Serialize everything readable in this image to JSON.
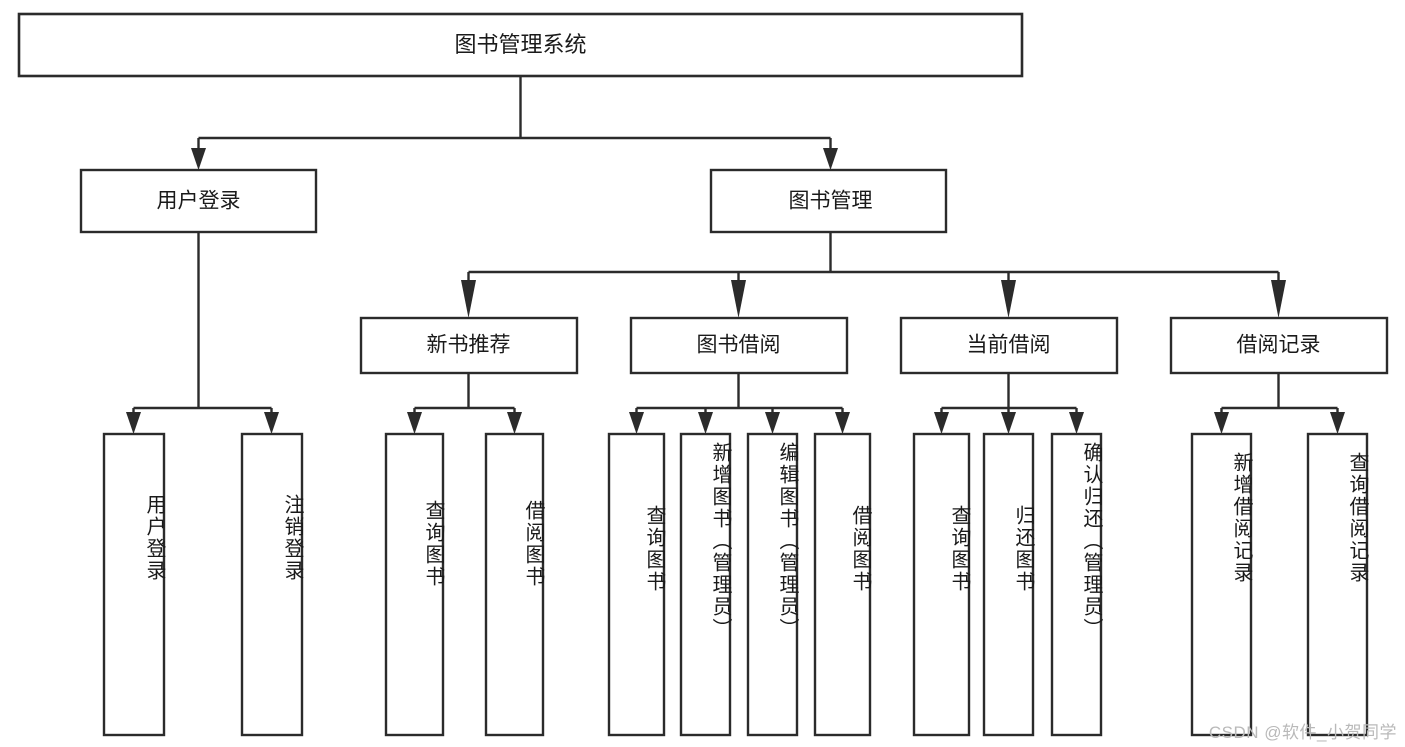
{
  "diagram": {
    "title": "图书管理系统",
    "watermark": "CSDN @软件_小贺同学",
    "type": "tree-hierarchy-chart",
    "colors": {
      "stroke": "#2b2b2b",
      "fill": "#ffffff",
      "text": "#1a1a1a",
      "watermark": "#b9b9b9",
      "background": "#ffffff"
    },
    "root": {
      "label": "图书管理系统",
      "orientation": "horizontal"
    },
    "level2": [
      {
        "label": "用户登录",
        "orientation": "horizontal"
      },
      {
        "label": "图书管理",
        "orientation": "horizontal"
      }
    ],
    "level3": [
      {
        "label": "新书推荐",
        "orientation": "horizontal"
      },
      {
        "label": "图书借阅",
        "orientation": "horizontal"
      },
      {
        "label": "当前借阅",
        "orientation": "horizontal"
      },
      {
        "label": "借阅记录",
        "orientation": "horizontal"
      }
    ],
    "leaves": {
      "user_login": [
        {
          "label": "用户登录",
          "orientation": "vertical"
        },
        {
          "label": "注销登录",
          "orientation": "vertical"
        }
      ],
      "new_book_recommend": [
        {
          "label": "查询图书",
          "orientation": "vertical"
        },
        {
          "label": "借阅图书",
          "orientation": "vertical"
        }
      ],
      "book_borrow": [
        {
          "label": "查询图书",
          "orientation": "vertical"
        },
        {
          "label": "新增图书（管理员）",
          "orientation": "vertical"
        },
        {
          "label": "编辑图书（管理员）",
          "orientation": "vertical"
        },
        {
          "label": "借阅图书",
          "orientation": "vertical"
        }
      ],
      "current_borrow": [
        {
          "label": "查询图书",
          "orientation": "vertical"
        },
        {
          "label": "归还图书",
          "orientation": "vertical"
        },
        {
          "label": "确认归还（管理员）",
          "orientation": "vertical"
        }
      ],
      "borrow_record": [
        {
          "label": "新增借阅记录",
          "orientation": "vertical"
        },
        {
          "label": "查询借阅记录",
          "orientation": "vertical"
        }
      ]
    }
  }
}
